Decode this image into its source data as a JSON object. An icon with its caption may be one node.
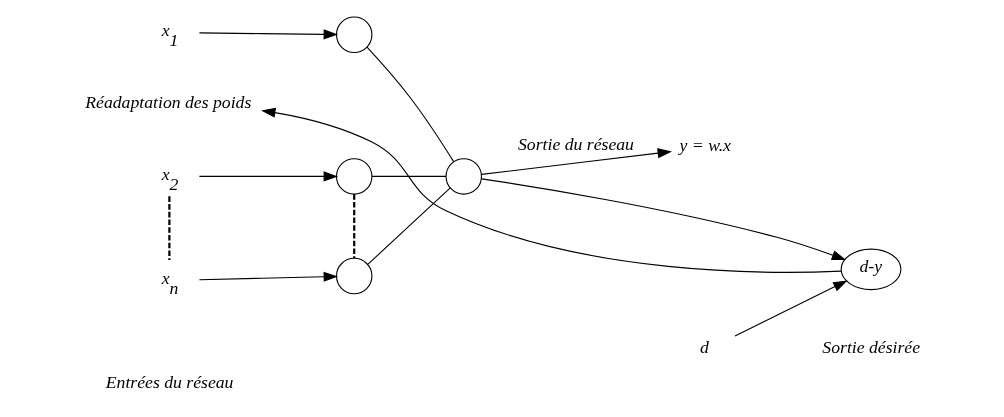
{
  "diagram": {
    "nodes": [
      {
        "text": [
          "x$_{1}$"
        ]
      },
      {
        "text": [
          "x$_{2}$"
        ]
      },
      {
        "text": [
          "x$_{n}$"
        ]
      },
      {
        "text": [],
        "shape": "circle"
      },
      {
        "text": [],
        "shape": "circle"
      },
      {
        "text": [],
        "shape": "circle"
      },
      {
        "text": [],
        "shape": "circle"
      },
      {
        "text": [
          "y = w.x"
        ]
      },
      {
        "text": [
          "d-y"
        ]
      },
      {
        "text": [
          "d"
        ]
      },
      {
        "text": [
          "Réadaptation des poids"
        ]
      }
    ],
    "edges": [
      {
        "from": 0,
        "to": 3,
        "arrow": "to"
      },
      {
        "from": 1,
        "to": 4,
        "arrow": "to"
      },
      {
        "from": 1,
        "to": 2,
        "arrow": "none",
        "style": "dashed"
      },
      {
        "from": 2,
        "to": 5,
        "arrow": "to"
      },
      {
        "from": 4,
        "to": 5,
        "arrow": "none",
        "style": "dashed"
      },
      {
        "from": 3,
        "to": 6,
        "arrow": "none"
      },
      {
        "from": 4,
        "to": 6,
        "arrow": "none"
      },
      {
        "from": 5,
        "to": 6,
        "arrow": "none"
      },
      {
        "from": 6,
        "to": 7,
        "arrow": "to",
        "label": "Sortie du réseau"
      },
      {
        "from": 6,
        "to": 8,
        "arrow": "to"
      },
      {
        "from": 9,
        "to": 8,
        "arrow": "to"
      },
      {
        "from": 8,
        "to": 10,
        "arrow": "to"
      }
    ],
    "labels": [
      "Entrées du réseau",
      "Sortie désirée"
    ]
  }
}
